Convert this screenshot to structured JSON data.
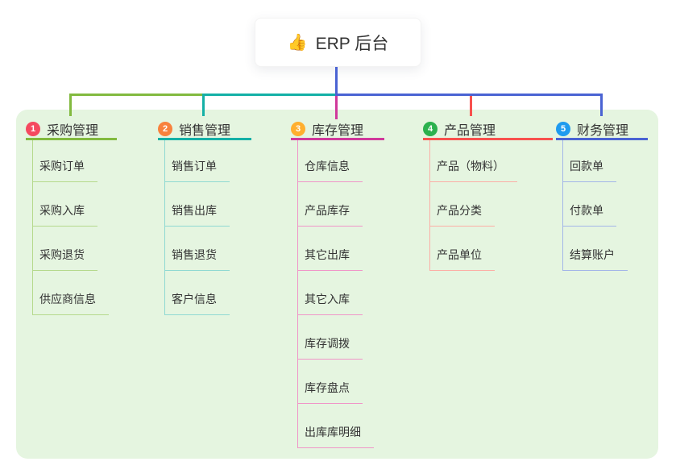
{
  "root": {
    "label": "ERP 后台",
    "icon": "thumbs-up-icon",
    "icon_char": "👍"
  },
  "canvas": {
    "panel_bg": "#e5f5e0",
    "trunk_color": "#4a63d3"
  },
  "branches": [
    {
      "badge": "1",
      "title": "采购管理",
      "color": "#82ba3f",
      "light_color": "#b5d98c",
      "badge_color": "#f5495f",
      "items": [
        "采购订单",
        "采购入库",
        "采购退货",
        "供应商信息"
      ]
    },
    {
      "badge": "2",
      "title": "销售管理",
      "color": "#14b0a6",
      "light_color": "#8fd9d2",
      "badge_color": "#f8823d",
      "items": [
        "销售订单",
        "销售出库",
        "销售退货",
        "客户信息"
      ]
    },
    {
      "badge": "3",
      "title": "库存管理",
      "color": "#d0399b",
      "light_color": "#f095c8",
      "badge_color": "#ffaf2e",
      "items": [
        "仓库信息",
        "产品库存",
        "其它出库",
        "其它入库",
        "库存调拨",
        "库存盘点",
        "出库库明细"
      ]
    },
    {
      "badge": "4",
      "title": "产品管理",
      "color": "#f8514e",
      "light_color": "#fcaea6",
      "badge_color": "#2cb14e",
      "items": [
        "产品（物料）",
        "产品分类",
        "产品单位"
      ]
    },
    {
      "badge": "5",
      "title": "财务管理",
      "color": "#4a63d3",
      "light_color": "#a3b6e8",
      "badge_color": "#1f9bef",
      "items": [
        "回款单",
        "付款单",
        "结算账户"
      ]
    }
  ]
}
